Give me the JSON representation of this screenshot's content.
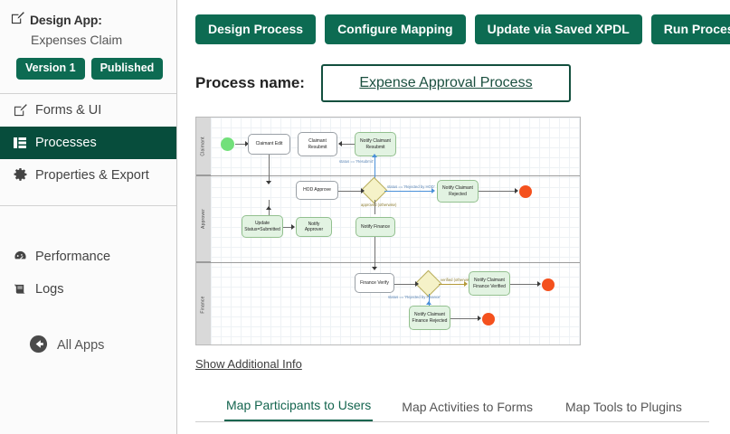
{
  "sidebar": {
    "brand_label": "Design App:",
    "app_name": "Expenses Claim",
    "badges": [
      {
        "label": "Version 1"
      },
      {
        "label": "Published"
      }
    ],
    "items": [
      {
        "label": "Forms & UI",
        "icon": "edit-pencil-icon",
        "active": false
      },
      {
        "label": "Processes",
        "icon": "grid-icon",
        "active": true
      },
      {
        "label": "Properties & Export",
        "icon": "gear-icon",
        "active": false
      }
    ],
    "items2": [
      {
        "label": "Performance",
        "icon": "gauge-icon"
      },
      {
        "label": "Logs",
        "icon": "scroll-icon"
      }
    ],
    "all_apps": {
      "label": "All Apps",
      "icon": "back-arrow-circle-icon"
    }
  },
  "toolbar": {
    "buttons": [
      {
        "label": "Design Process"
      },
      {
        "label": "Configure Mapping"
      },
      {
        "label": "Update via Saved XPDL"
      },
      {
        "label": "Run Process"
      }
    ]
  },
  "process": {
    "name_label": "Process name:",
    "name_value": "Expense Approval Process"
  },
  "diagram": {
    "lanes": [
      "Claimant",
      "Approver",
      "Finance"
    ],
    "nodes": [
      {
        "id": "n1",
        "label": "Claimant Edit",
        "type": "task"
      },
      {
        "id": "n2",
        "label": "Claimant Resubmit",
        "type": "task"
      },
      {
        "id": "n3",
        "label": "Notify Claimant Resubmit",
        "type": "notify"
      },
      {
        "id": "n4",
        "label": "HOD Approve",
        "type": "task"
      },
      {
        "id": "n5",
        "label": "Notify Claimant Rejected",
        "type": "notify"
      },
      {
        "id": "n6",
        "label": "Update Status=Submitted",
        "type": "notify"
      },
      {
        "id": "n7",
        "label": "Notify Approver",
        "type": "notify"
      },
      {
        "id": "n8",
        "label": "Notify Finance",
        "type": "notify"
      },
      {
        "id": "n9",
        "label": "Finance Verify",
        "type": "task"
      },
      {
        "id": "n10",
        "label": "Notify Claimant Finance Verified",
        "type": "notify"
      },
      {
        "id": "n11",
        "label": "Notify Claimant Finance Rejected",
        "type": "notify"
      }
    ],
    "edge_labels": [
      {
        "id": "e1",
        "text": "status == 'Resubmit'"
      },
      {
        "id": "e2",
        "text": "status == 'Rejected by HOD'"
      },
      {
        "id": "e3",
        "text": "approved (otherwise)"
      },
      {
        "id": "e4",
        "text": "status == 'Rejected by Finance'"
      },
      {
        "id": "e5",
        "text": "verified (otherwise)"
      }
    ]
  },
  "additional_info": {
    "label": "Show Additional Info"
  },
  "tabs": [
    {
      "label": "Map Participants to Users",
      "active": true
    },
    {
      "label": "Map Activities to Forms",
      "active": false
    },
    {
      "label": "Map Tools to Plugins",
      "active": false
    }
  ]
}
